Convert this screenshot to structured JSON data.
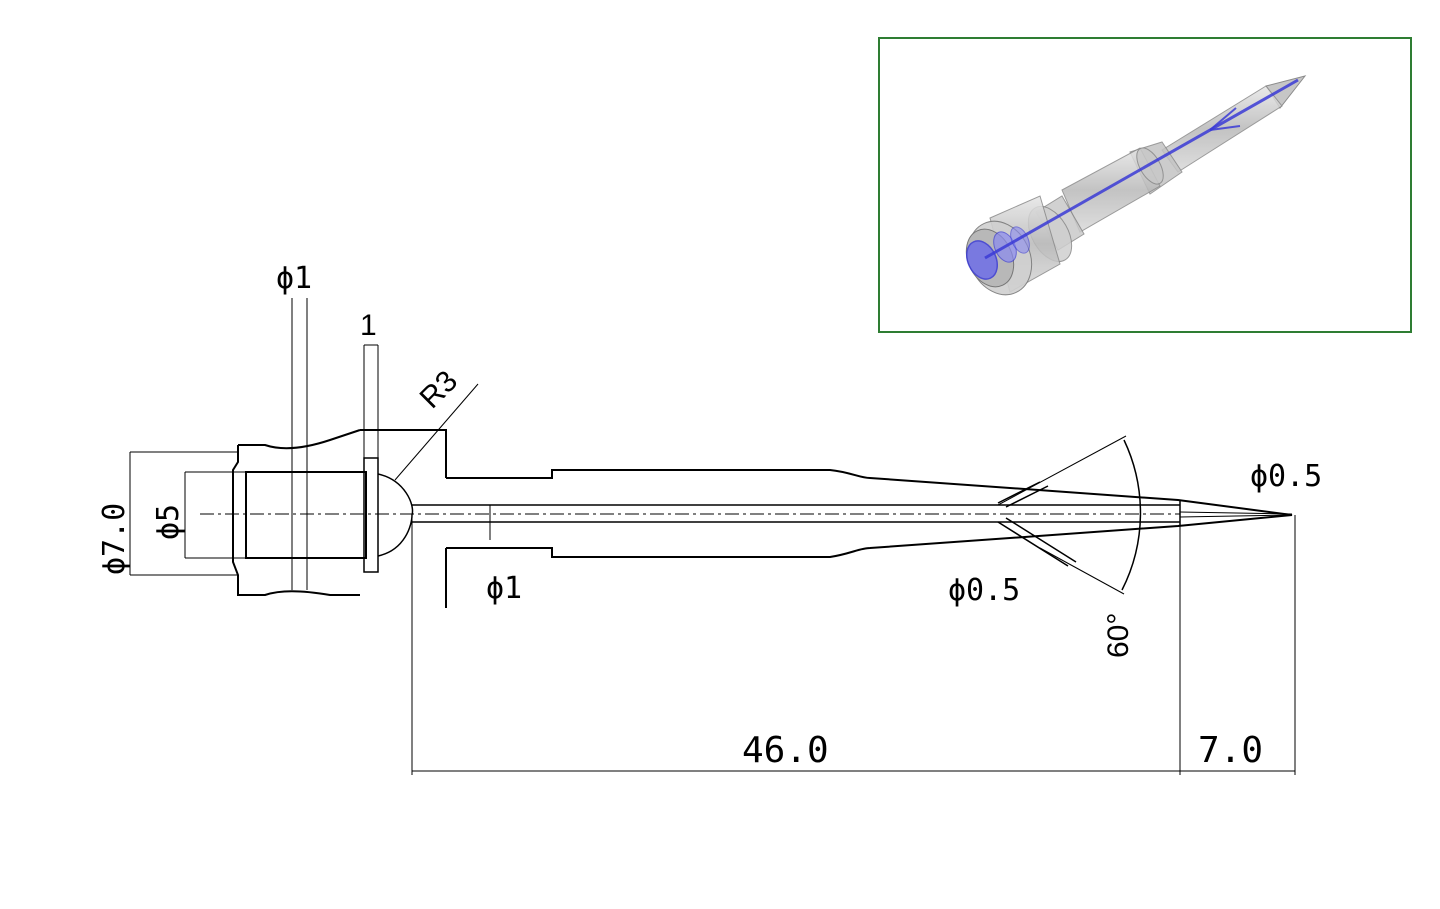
{
  "dimensions": {
    "port_diameter": "ϕ1",
    "wall_thickness": "1",
    "fillet_radius": "R3",
    "outer_diameter": "ϕ7.0",
    "inner_diameter": "ϕ5",
    "bore_diameter": "ϕ1",
    "side_hole_diameter": "ϕ0.5",
    "angle": "60°",
    "tip_diameter": "ϕ0.5",
    "shaft_length": "46.0",
    "tip_length": "7.0"
  },
  "inset": {
    "border_color": "#2e7d32",
    "accent_color": "#3b3bd6"
  }
}
